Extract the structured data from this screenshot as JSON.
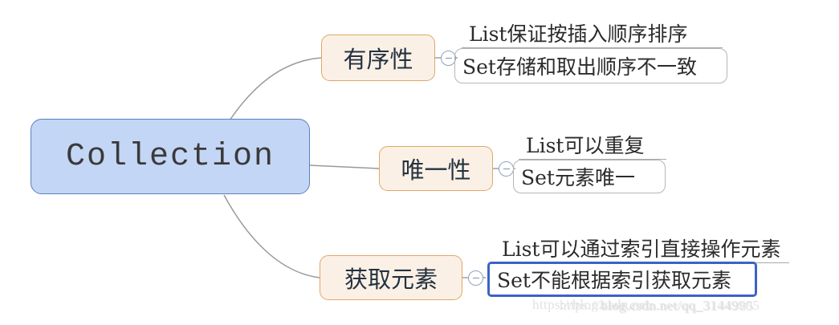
{
  "diagram": {
    "title": "Collection",
    "type": "mind-map",
    "colors": {
      "root_fill": "#c3d6f5",
      "root_border": "#5b7fc0",
      "branch_fill": "#fbf0e6",
      "branch_border": "#e0a766",
      "connector": "#9a9a9a",
      "leaf_underline": "#a9a9a9",
      "leaf_box_border": "#b6b6b6",
      "selection_border": "#3c63c4",
      "toggle_border": "#8fa2bd",
      "watermark": "#e2e2e2"
    },
    "root": {
      "label": "Collection"
    },
    "branches": [
      {
        "label": "有序性",
        "toggle": "collapse-minus",
        "leaves": [
          {
            "text": "List保证按插入顺序排序",
            "style": "underline"
          },
          {
            "text": "Set存储和取出顺序不一致",
            "style": "rounded-box"
          }
        ]
      },
      {
        "label": "唯一性",
        "toggle": "collapse-minus",
        "leaves": [
          {
            "text": "List可以重复",
            "style": "underline"
          },
          {
            "text": "Set元素唯一",
            "style": "rounded-box"
          }
        ]
      },
      {
        "label": "获取元素",
        "toggle": "collapse-minus",
        "leaves": [
          {
            "text": "List可以通过索引直接操作元素",
            "style": "underline"
          },
          {
            "text": "Set不能根据索引获取元素",
            "style": "selected-box"
          }
        ]
      }
    ],
    "watermark": {
      "line_a": "https://blog.csdn.net",
      "line_b": "https://blog.csdn.net/qq_31449905",
      "line_c": "blog.csdn.net/qq_3144985"
    }
  }
}
